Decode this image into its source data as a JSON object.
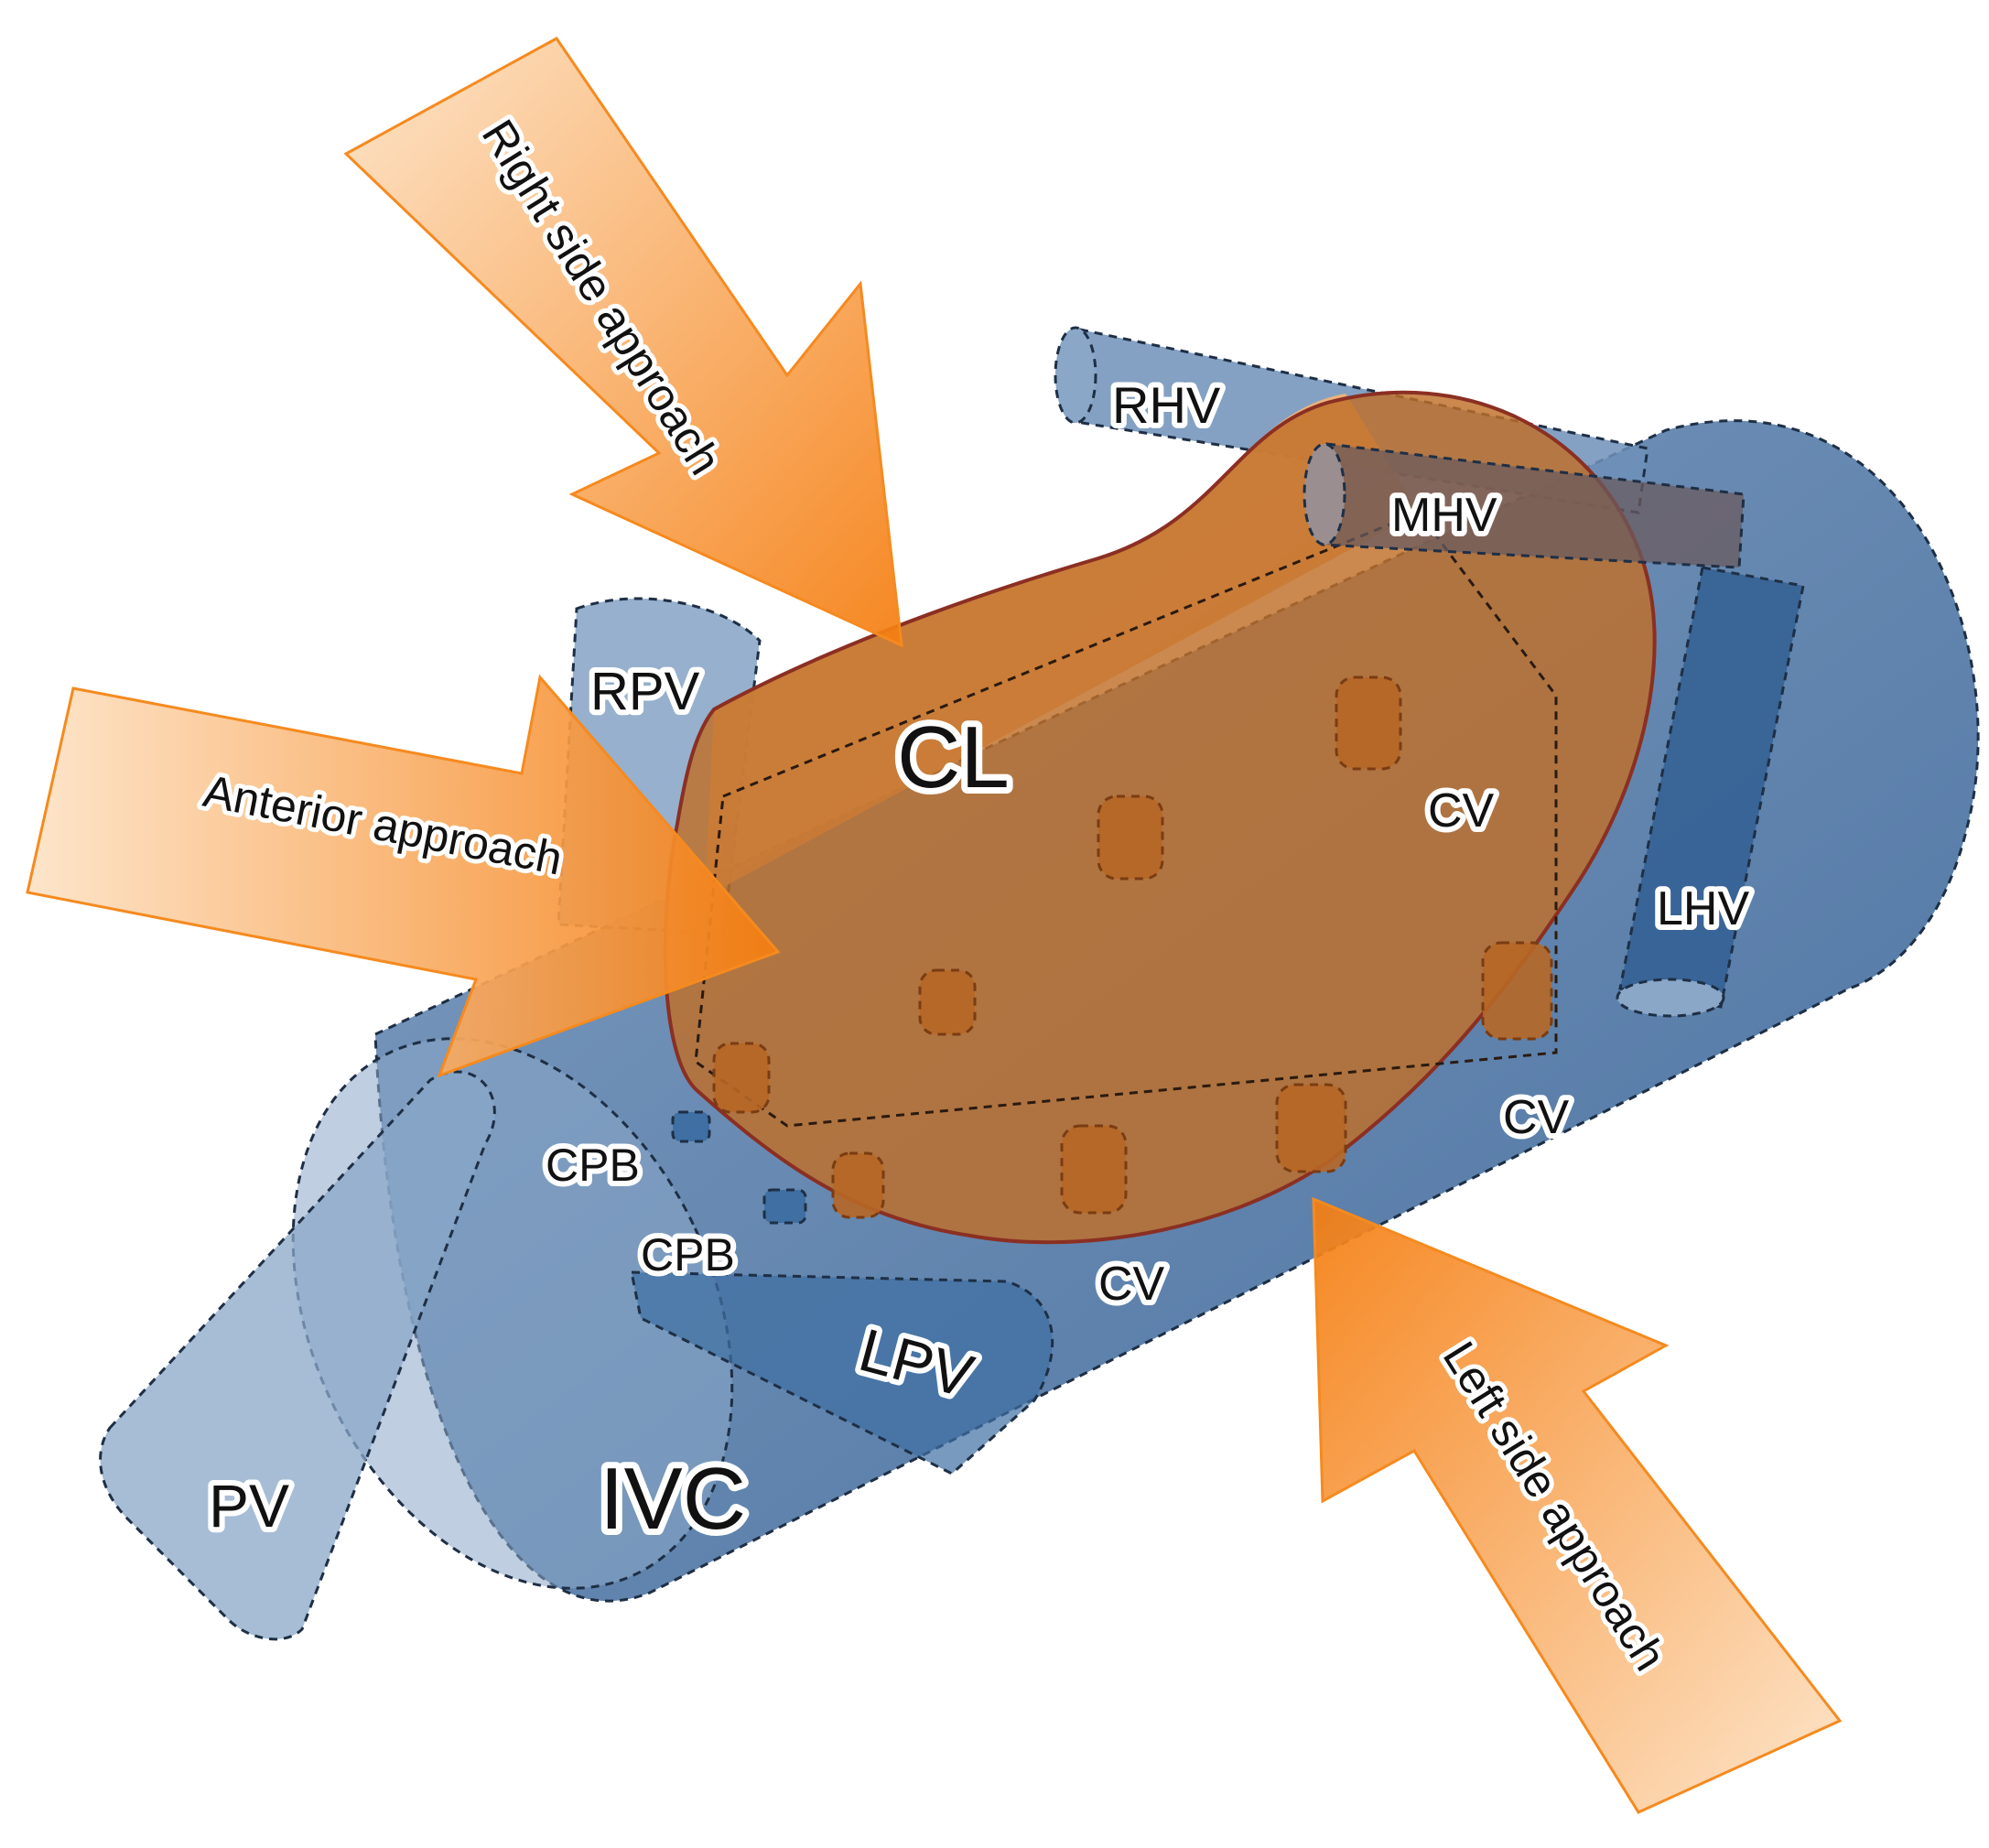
{
  "labels": {
    "right_side_approach": "Right side approach",
    "anterior_approach": "Anterior approach",
    "left_side_approach": "Left side approach",
    "cl": "CL",
    "rpv": "RPV",
    "rhv": "RHV",
    "mhv": "MHV",
    "lhv": "LHV",
    "cv_upper": "CV",
    "cv_right": "CV",
    "cv_bottom": "CV",
    "cpb_upper": "CPB",
    "cpb_lower": "CPB",
    "lpv": "LPV",
    "pv": "PV",
    "ivc": "IVC"
  },
  "colors": {
    "vessel_blue": "#3d6a9c",
    "vessel_light": "#7d9cc0",
    "caudate_orange": "#f0a050",
    "caudate_dark": "#b5692a",
    "arrow_orange": "#f58a1f",
    "outline": "#8b2f23"
  }
}
